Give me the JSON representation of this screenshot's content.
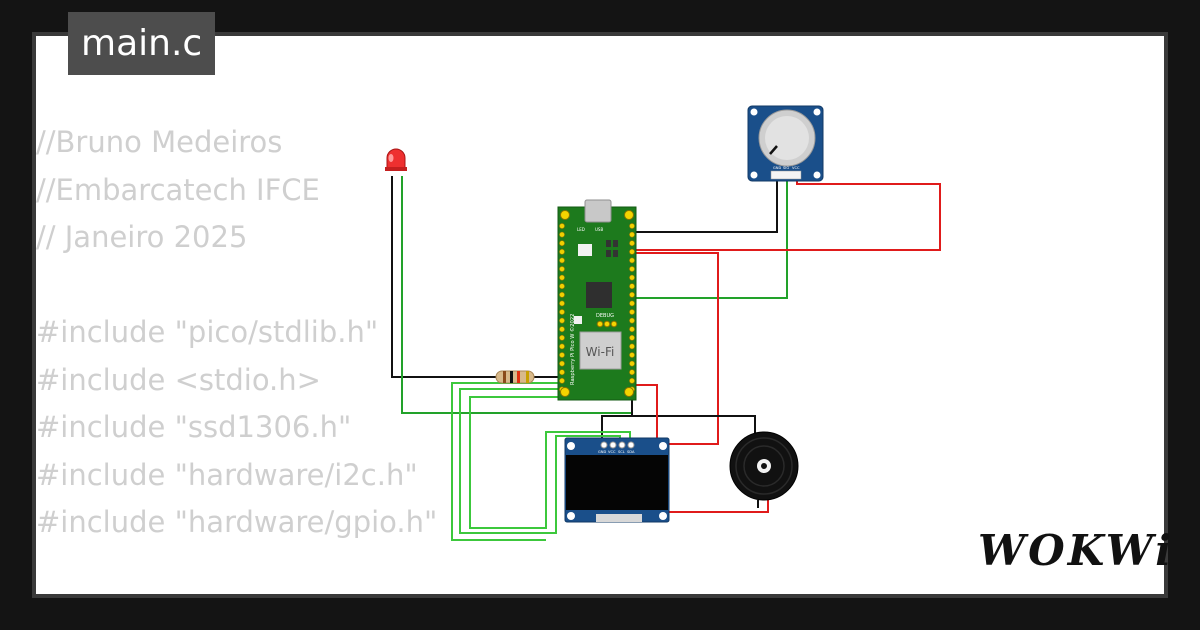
{
  "file_tab": {
    "label": "main.c"
  },
  "code_lines": [
    "//Bruno Medeiros",
    "//Embarcatech IFCE",
    "// Janeiro 2025",
    "",
    "#include \"pico/stdlib.h\"",
    "#include <stdio.h>",
    "#include \"ssd1306.h\"",
    "#include \"hardware/i2c.h\"",
    "#include \"hardware/gpio.h\""
  ],
  "board": {
    "model_text": "Raspberry Pi Pico W ©2022",
    "wifi_label": "Wi-Fi",
    "debug_label": "DEBUG",
    "led_label": "LED",
    "usb_label": "USB"
  },
  "oled": {
    "pins": [
      "GND",
      "VCC",
      "SCL",
      "SDA"
    ]
  },
  "pot": {
    "pins": [
      "GND",
      "SIG",
      "VCC"
    ]
  },
  "logo": "WOKWi",
  "colors": {
    "background": "#141414",
    "card": "#ffffff",
    "tab": "#4d4d4d",
    "code_text": "#cfcfcf",
    "pcb_green": "#1d7a1d",
    "module_blue": "#1a4f8a",
    "wire_red": "#e01b1b",
    "wire_green": "#22a22a",
    "wire_light_green": "#3cc83c",
    "wire_black": "#111111"
  }
}
